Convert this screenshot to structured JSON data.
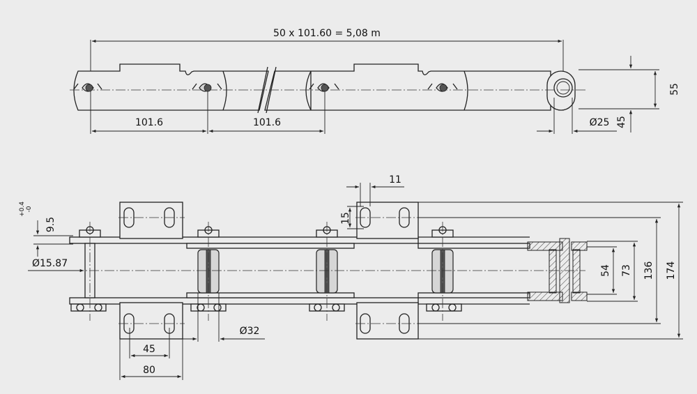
{
  "top_view": {
    "total_length": "50 x 101.60 = 5,08 m",
    "pitch_1": "101.6",
    "pitch_2": "101.6",
    "height": "55",
    "offset": "45",
    "hole_dia": "Ø25"
  },
  "side_view": {
    "tolerance_upper": "+0.4",
    "tolerance_lower": "-0",
    "plate_thickness": "9.5",
    "bush_dia": "Ø15.87",
    "dim_15": "15",
    "dim_11": "11",
    "roller_dia": "Ø32",
    "dim_45": "45",
    "dim_80": "80",
    "dim_54": "54",
    "dim_73": "73",
    "dim_136": "136",
    "dim_174": "174"
  },
  "colors": {
    "background": "#ececec",
    "line": "#222222"
  }
}
